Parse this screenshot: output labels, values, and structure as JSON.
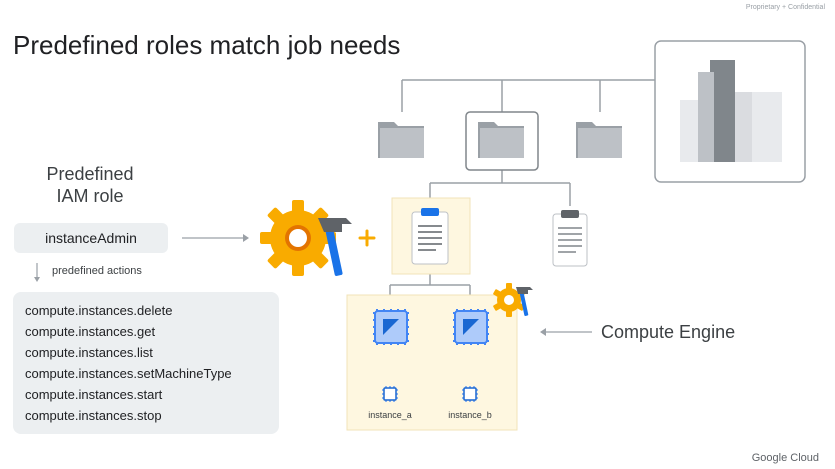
{
  "confidential": "Proprietary + Confidential",
  "title": "Predefined roles match job needs",
  "role_heading_line1": "Predefined",
  "role_heading_line2": "IAM role",
  "role_name": "instanceAdmin",
  "predefined_actions_label": "predefined actions",
  "permissions": [
    "compute.instances.delete",
    "compute.instances.get",
    "compute.instances.list",
    "compute.instances.setMachineType",
    "compute.instances.start",
    "compute.instances.stop"
  ],
  "compute_engine_label": "Compute Engine",
  "instance_a": "instance_a",
  "instance_b": "instance_b",
  "brand": "Google Cloud",
  "colors": {
    "gear": "#f9ab00",
    "hammer_handle": "#1a73e8",
    "folder": "#9aa0a6",
    "highlight_bg": "#fef7e0",
    "chip": "#4285f4",
    "pill_bg": "#eceff1"
  }
}
